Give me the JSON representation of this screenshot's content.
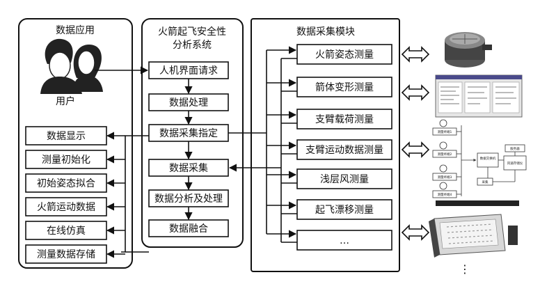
{
  "left_panel": {
    "title": "数据应用",
    "user_label": "用户",
    "items": [
      "数据显示",
      "测量初始化",
      "初始姿态拟合",
      "火箭运动数据",
      "在线仿真",
      "测量数据存储"
    ]
  },
  "middle_panel": {
    "title_line1": "火箭起飞安全性",
    "title_line2": "分析系统",
    "steps": [
      "人机界面请求",
      "数据处理",
      "数据采集指定",
      "数据采集",
      "数据分析及处理",
      "数据融合"
    ]
  },
  "right_panel": {
    "title": "数据采集模块",
    "modules": [
      "火箭姿态测量",
      "箭体变形测量",
      "支臂载荷测量",
      "支臂运动数据测量",
      "浅层风测量",
      "起飞漂移测量",
      "…"
    ]
  },
  "hardware_net": {
    "sensor_labels": [
      "测量终端1",
      "测量终端2",
      "测量终端3",
      "测量终端4"
    ],
    "unit_labels": [
      "数据交换机",
      "风速存储仪",
      "服务器",
      "采集"
    ]
  },
  "more_indicator": "⋮",
  "colors": {
    "stroke": "#111111",
    "background": "#ffffff"
  }
}
